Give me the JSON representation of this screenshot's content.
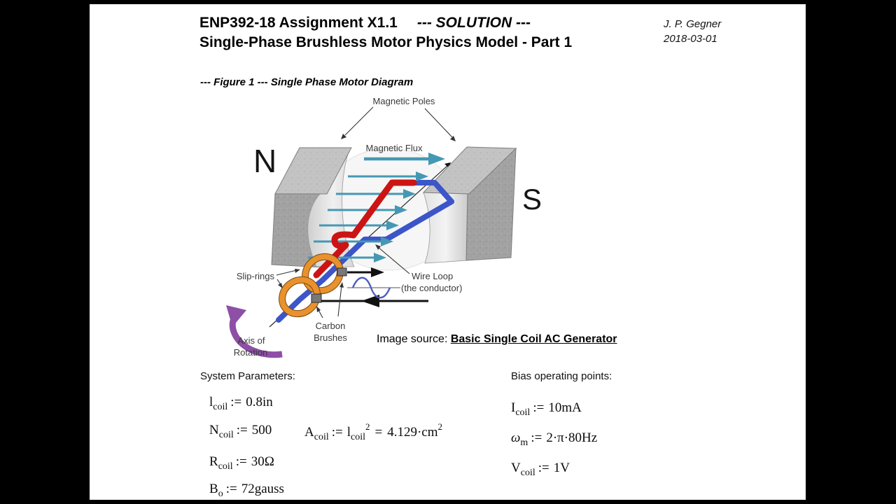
{
  "header": {
    "title_line1": "ENP392-18 Assignment X1.1",
    "solution_tag": "--- SOLUTION ---",
    "title_line2": "Single-Phase Brushless Motor Physics Model - Part 1",
    "author": "J. P. Gegner",
    "date": "2018-03-01"
  },
  "figure": {
    "caption": "--- Figure 1 --- Single Phase Motor Diagram",
    "source": {
      "prefix": "Image source: ",
      "link": "Basic Single Coil AC Generator"
    },
    "labels": {
      "magnetic_poles": "Magnetic Poles",
      "magnetic_flux": "Magnetic Flux",
      "pole_north": "N",
      "pole_south": "S",
      "slip_rings": "Slip-rings",
      "wire_loop_line1": "Wire Loop",
      "wire_loop_line2": "(the conductor)",
      "carbon_brushes_line1": "Carbon",
      "carbon_brushes_line2": "Brushes",
      "axis_line1": "Axis of",
      "axis_line2": "Rotation"
    },
    "colors": {
      "flux": "#4598b4",
      "wire-red": "#cc1414",
      "wire-blue": "#3c55c8",
      "ring-orange": "#e8912d",
      "rotation-purple": "#8e4fa6"
    }
  },
  "parameters": {
    "heading": "System Parameters:",
    "items": [
      {
        "var": "l",
        "sub": "coil",
        "op": ":=",
        "value": "0.8in"
      },
      {
        "var": "N",
        "sub": "coil",
        "op": ":=",
        "value": "500"
      },
      {
        "var": "R",
        "sub": "coil",
        "op": ":=",
        "value": "30Ω"
      },
      {
        "var": "B",
        "sub": "o",
        "op": ":=",
        "value": "72gauss"
      }
    ],
    "area_eq": {
      "var": "A",
      "sub": "coil",
      "op": ":=",
      "rhs_var": "l",
      "rhs_sub": "coil",
      "rhs_sup": "2",
      "equals": "=",
      "result": "4.129·cm",
      "result_sup": "2"
    }
  },
  "bias": {
    "heading": "Bias operating points:",
    "items": [
      {
        "var": "I",
        "sub": "coil",
        "op": ":=",
        "value": "10mA"
      },
      {
        "var": "ω",
        "sub": "m",
        "op": ":=",
        "value": "2·π·80Hz"
      },
      {
        "var": "V",
        "sub": "coil",
        "op": ":=",
        "value": "1V"
      }
    ]
  }
}
